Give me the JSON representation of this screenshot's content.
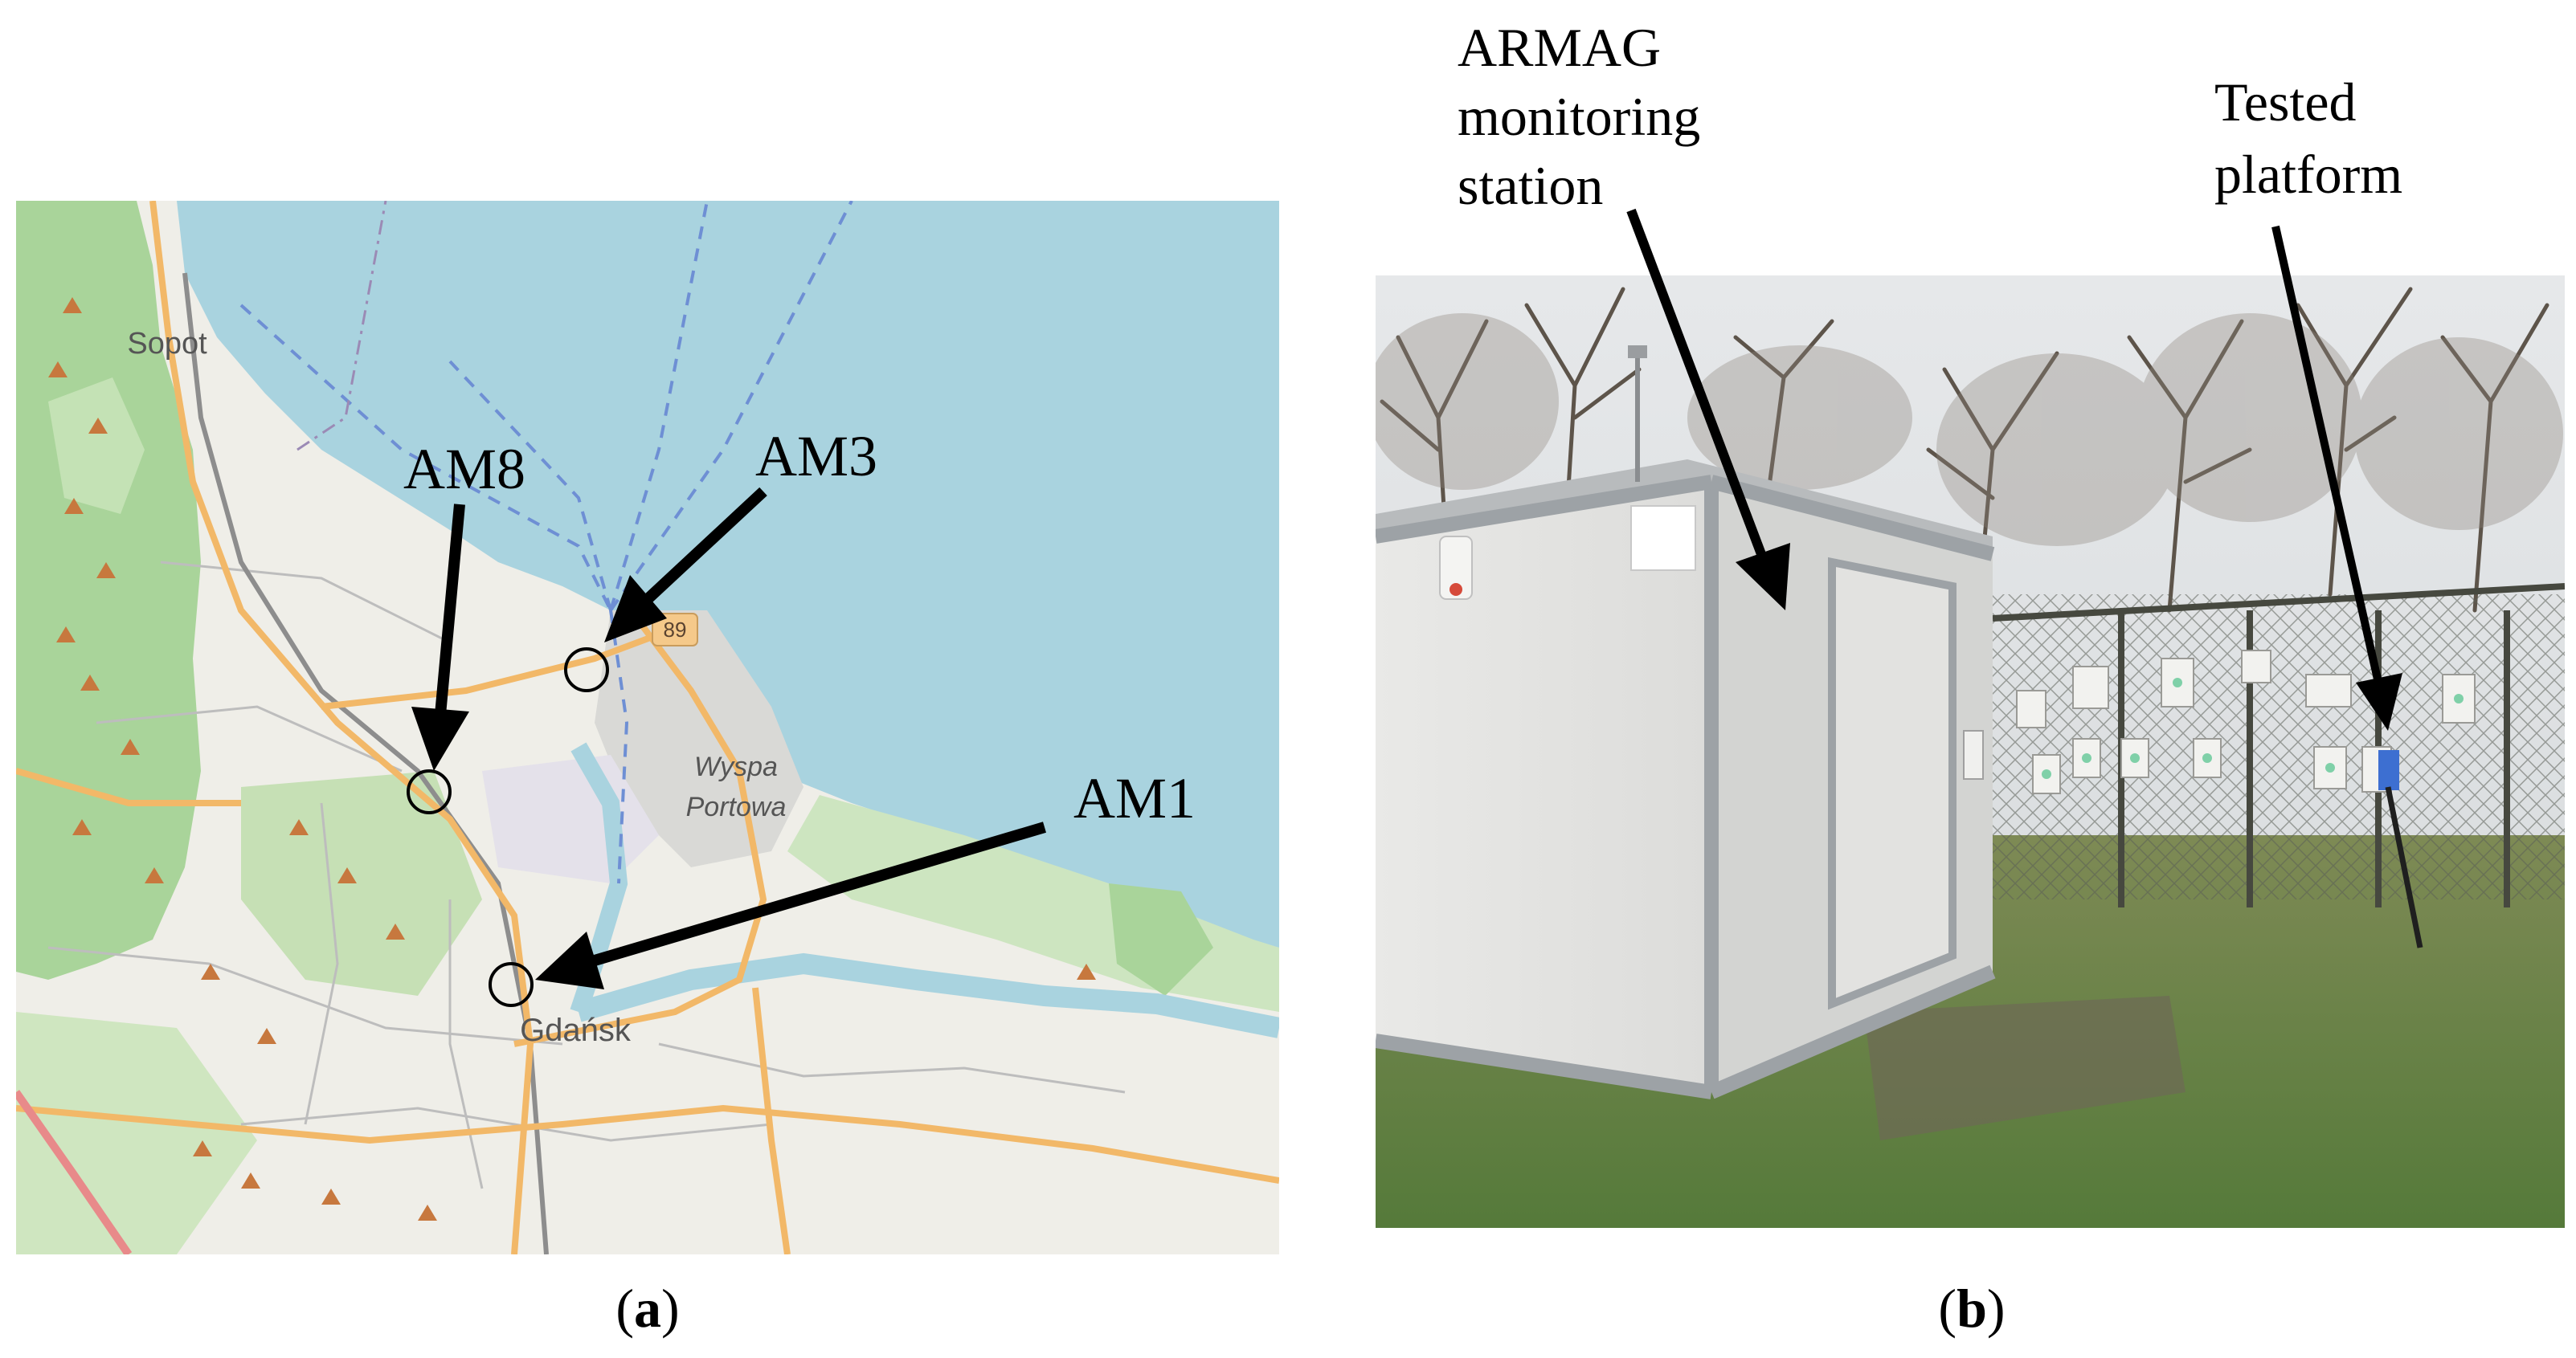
{
  "panel_a": {
    "label_open": "(",
    "label_letter": "a",
    "label_close": ")",
    "map_places": {
      "sopot": "Sopot",
      "gdansk": "Gdańsk",
      "wyspa": "Wyspa",
      "portowa": "Portowa",
      "road_number": "89"
    },
    "stations": [
      {
        "id": "am8",
        "label": "AM8"
      },
      {
        "id": "am3",
        "label": "AM3"
      },
      {
        "id": "am1",
        "label": "AM1"
      }
    ]
  },
  "panel_b": {
    "label_open": "(",
    "label_letter": "b",
    "label_close": ")",
    "callout_station_lines": [
      "ARMAG",
      "monitoring",
      "station"
    ],
    "callout_platform_lines": [
      "Tested",
      "platform"
    ]
  },
  "colors": {
    "sea": "#a9d3df",
    "land": "#efeee8",
    "forest": "#a9d49a",
    "major_road": "#f2b868",
    "minor_road": "#ffffff",
    "ferry_line": "#6e8fd4",
    "arrow": "#000000"
  }
}
